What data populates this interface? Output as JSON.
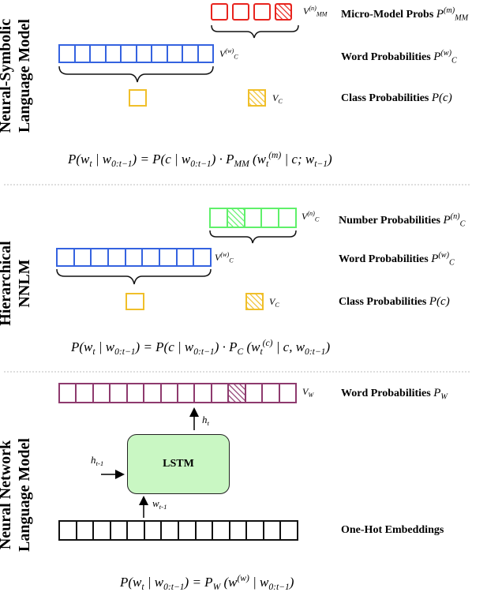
{
  "sections": {
    "symbolic": {
      "title": "Neural-Symbolic Language Model",
      "micro_label": "Micro-Model Probs",
      "word_label": "Word Probabilities",
      "class_label": "Class Probabilities",
      "class_symbol": "P(c)",
      "formula": "P(w_t | w_0:t−1) = P(c | w_0:t−1) · P_MM(w_t^(m) | c; w_t−1)"
    },
    "hierarchical": {
      "title": "Hierarchical NNLM",
      "number_label": "Number Probabilities",
      "word_label": "Word Probabilities",
      "class_label": "Class Probabilities",
      "class_symbol": "P(c)",
      "formula": "P(w_t | w_0:t−1) = P(c | w_0:t−1) · P_C(w_t^(c) | c, w_0:t−1)"
    },
    "neural": {
      "title": "Neural Network Language Model",
      "word_label": "Word Probabilities",
      "lstm_label": "LSTM",
      "onehot_label": "One-Hot Embeddings",
      "formula": "P(w_t | w_0:t−1) = P_W(w^(w) | w_0:t−1)"
    }
  },
  "symbols": {
    "v_mm": "V_MM^(n)",
    "v_cw": "V_C^(w)",
    "v_c": "V_C",
    "v_cn": "V_C^(n)",
    "v_w": "V_W",
    "h_t": "h_t",
    "h_t1": "h_t-1",
    "w_t1": "w_t-1"
  },
  "colors": {
    "red": "#e8241e",
    "blue": "#3563e0",
    "yellow": "#f0bf2a",
    "green": "#5ff06a",
    "maroon": "#8e3a6e",
    "black": "#111111",
    "lstm_fill": "#c9f7c3",
    "separator": "#bdbdbd"
  },
  "icons": {
    "hatched": "hatched-cell",
    "arrow": "up-arrow"
  }
}
